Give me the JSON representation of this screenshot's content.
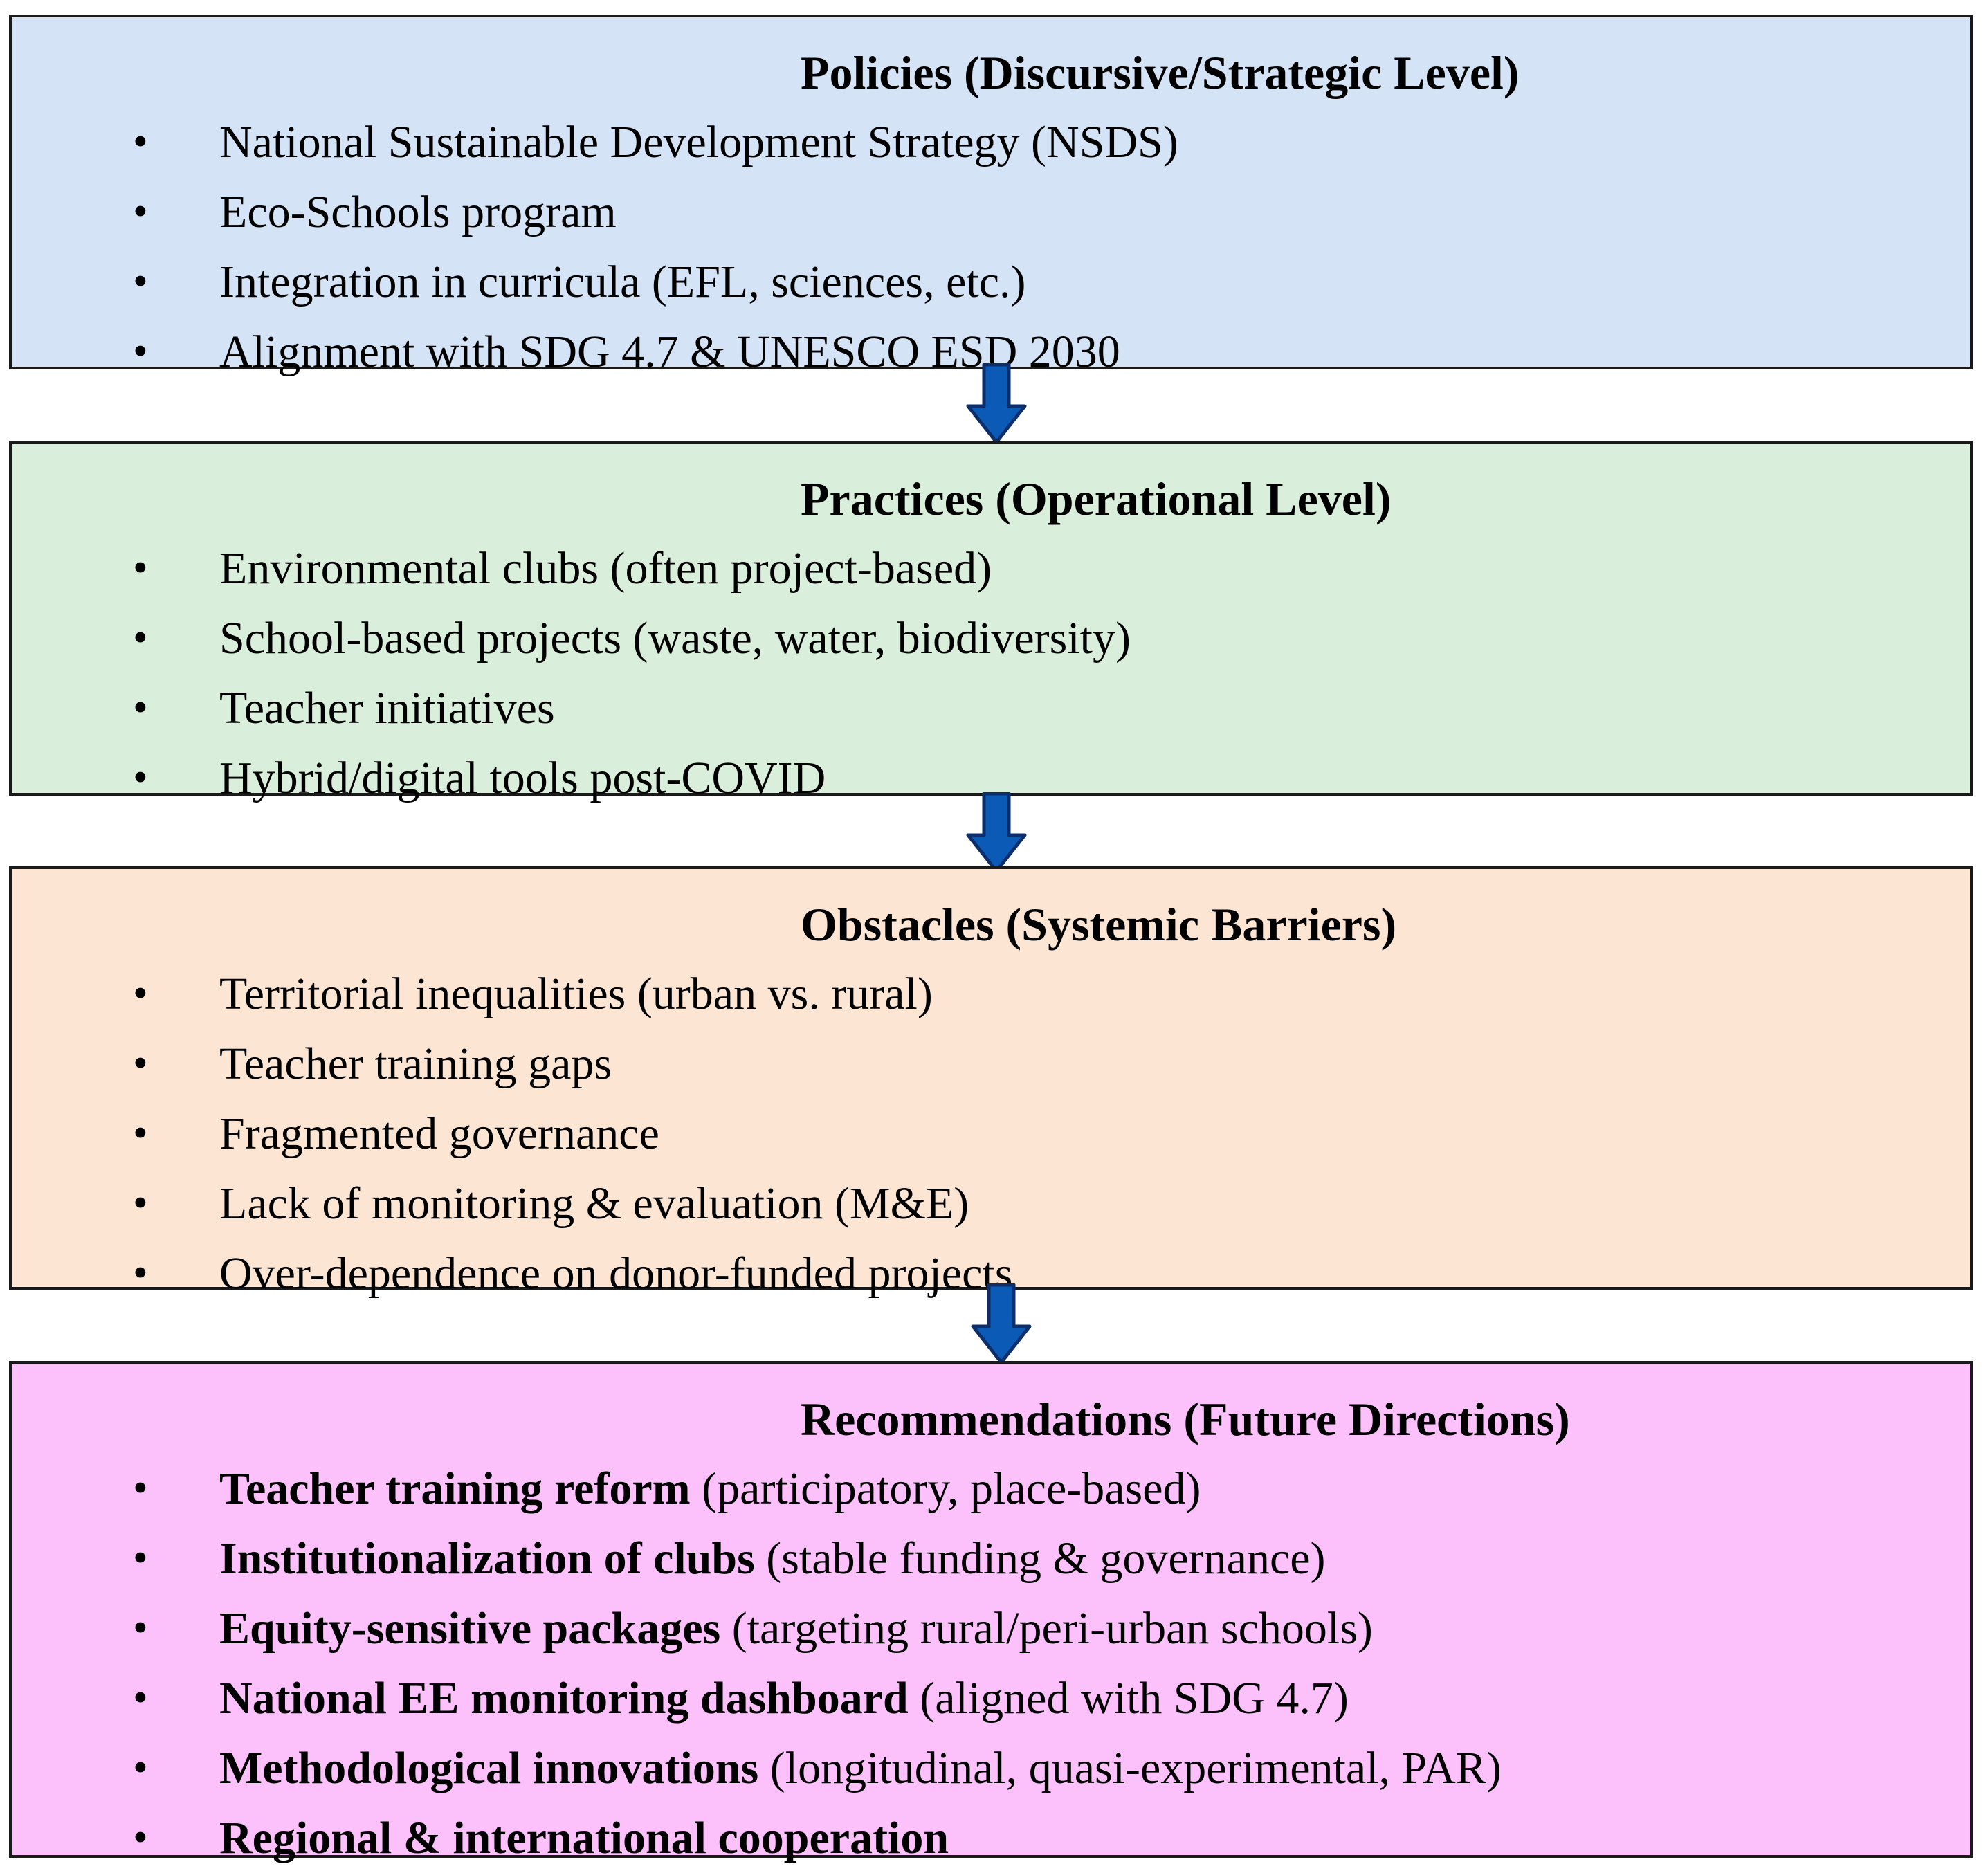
{
  "colors": {
    "policies_fill": "#d4e3f5",
    "practices_fill": "#d9eedb",
    "obstacles_fill": "#fde5d3",
    "recommendations_fill": "#fcc0fb",
    "arrow_fill": "#0a5ab6",
    "border": "#1a1a1a"
  },
  "policies": {
    "title": "Policies (Discursive/Strategic Level)",
    "items": [
      {
        "text": "National Sustainable Development Strategy (NSDS)"
      },
      {
        "text": "Eco-Schools program"
      },
      {
        "text": "Integration in curricula (EFL, sciences, etc.)"
      },
      {
        "text": "Alignment with SDG 4.7 & UNESCO ESD 2030"
      }
    ]
  },
  "practices": {
    "title": "Practices (Operational Level)",
    "items": [
      {
        "text": "Environmental clubs (often project-based)"
      },
      {
        "text": "School-based projects (waste, water, biodiversity)"
      },
      {
        "text": "Teacher initiatives"
      },
      {
        "text": "Hybrid/digital tools post-COVID"
      }
    ]
  },
  "obstacles": {
    "title": "Obstacles (Systemic Barriers)",
    "items": [
      {
        "text": "Territorial inequalities (urban vs. rural)"
      },
      {
        "text": "Teacher training gaps"
      },
      {
        "text": "Fragmented governance"
      },
      {
        "text": "Lack of monitoring & evaluation (M&E)"
      },
      {
        "text": "Over-dependence on donor-funded projects"
      }
    ]
  },
  "recommendations": {
    "title": "Recommendations (Future Directions)",
    "items": [
      {
        "bold": "Teacher training reform",
        "text": " (participatory, place-based)"
      },
      {
        "bold": "Institutionalization of clubs",
        "text": " (stable funding & governance)"
      },
      {
        "bold": "Equity-sensitive packages",
        "text": " (targeting rural/peri-urban schools)"
      },
      {
        "bold": "National EE monitoring dashboard",
        "text": " (aligned with SDG 4.7)"
      },
      {
        "bold": "Methodological innovations",
        "text": " (longitudinal, quasi-experimental, PAR)"
      },
      {
        "bold": "Regional & international cooperation",
        "text": ""
      }
    ]
  },
  "bullet_symbol": "•"
}
